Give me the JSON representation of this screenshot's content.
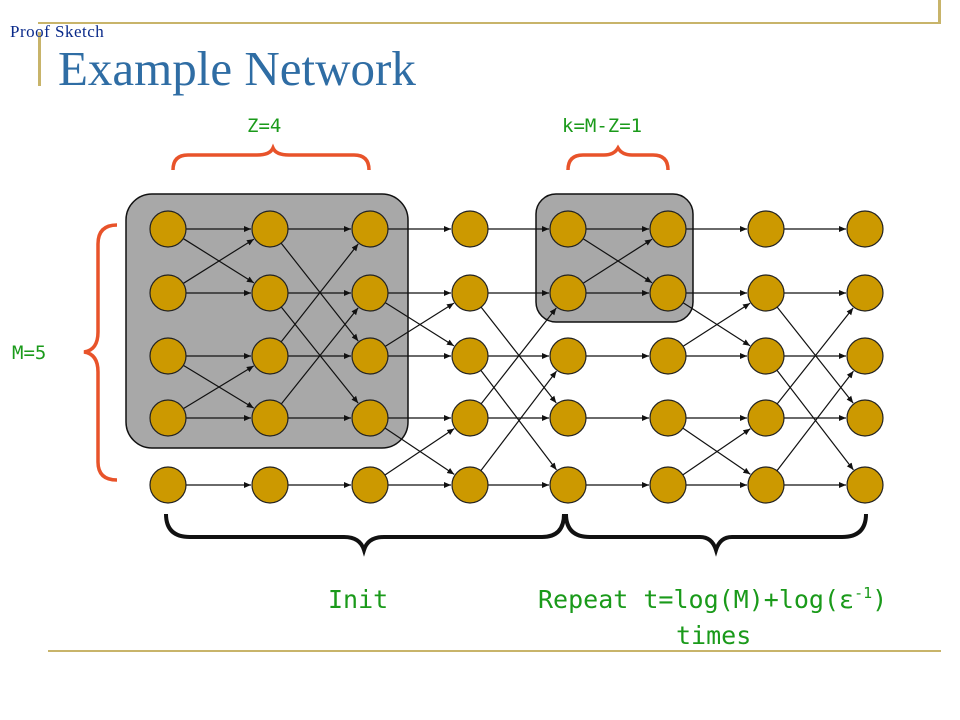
{
  "slide": {
    "supertitle": "Proof  Sketch",
    "title": "Example Network"
  },
  "diagram": {
    "label_z": "Z=4",
    "label_k": "k=M-Z=1",
    "label_m": "M=5",
    "label_init": "Init",
    "label_repeat_main": "Repeat t=log(M)+log(ε",
    "label_repeat_sup": "-1",
    "label_repeat_close": ")",
    "label_times": "times",
    "colors": {
      "node_fill": "#cc9900",
      "node_stroke": "#222222",
      "box_fill": "#a8a8a8",
      "green_label": "#1a9a1a",
      "orange_brace": "#e8532a",
      "black_brace": "#111111"
    }
  }
}
